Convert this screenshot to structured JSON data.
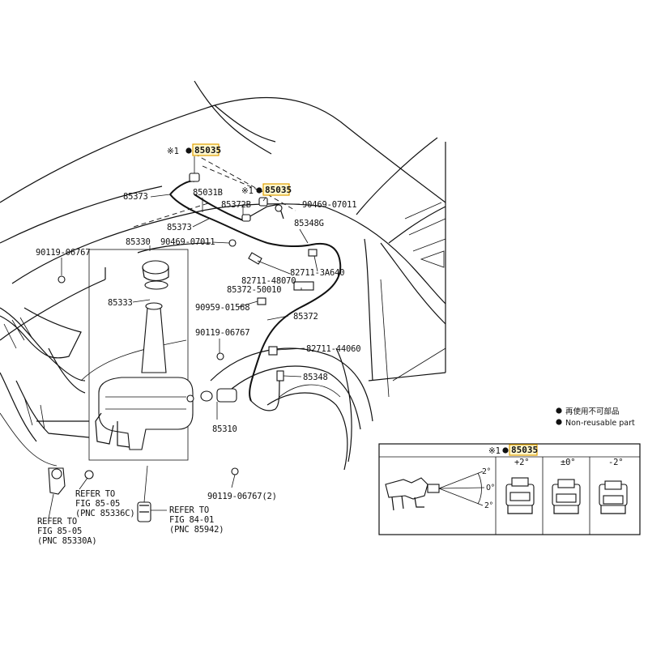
{
  "parts": {
    "p85035_a": "85035",
    "p85035_b": "85035",
    "p85373_a": "85373",
    "p85031b": "85031B",
    "p85373_b": "85373",
    "p85372b": "85372B",
    "p90469_a": "90469-07011",
    "p90469_b": "90469-07011",
    "p85348g": "85348G",
    "p85330": "85330",
    "p90119_a": "90119-06767",
    "p82711_3a": "82711-3A640",
    "p82711_48": "82711-48070",
    "p85372_50": "85372-50010",
    "p85333": "85333",
    "p90959": "90959-01568",
    "p85372": "85372",
    "p90119_b": "90119-06767",
    "p82711_44": "82711-44060",
    "p85348": "85348",
    "p85310": "85310",
    "p90119_c": "90119-06767(2)"
  },
  "marks": {
    "ref_mark": "※1",
    "ref_mark_inset": "※1"
  },
  "refs": {
    "r1_l1": "REFER TO",
    "r1_l2": "FIG 85-05",
    "r1_l3": "(PNC 85336C)",
    "r2_l1": "REFER TO",
    "r2_l2": "FIG 85-05",
    "r2_l3": "(PNC 85330A)",
    "r3_l1": "REFER TO",
    "r3_l2": "FIG 84-01",
    "r3_l3": "(PNC 85942)"
  },
  "legend": {
    "jp": "再使用不可部品",
    "en": "Non-reusable part"
  },
  "inset": {
    "part": "85035",
    "col1": "+2°",
    "col2": "±0°",
    "col3": "-2°",
    "ang_up": "2°",
    "ang_mid": "0°",
    "ang_dn": "2°"
  }
}
